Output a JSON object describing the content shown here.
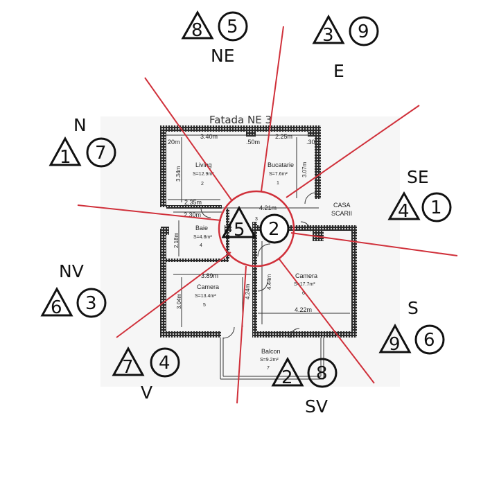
{
  "plan": {
    "facade_label": "Fatada NE 3",
    "stair_label_1": "CASA",
    "stair_label_2": "SCARII",
    "rooms": [
      {
        "key": "living",
        "name": "Living",
        "area": "S=12.9m²",
        "num": "2"
      },
      {
        "key": "bucatarie",
        "name": "Bucatarie",
        "area": "S=7.6m²",
        "num": "1"
      },
      {
        "key": "baie",
        "name": "Baie",
        "area": "S=4.8m²",
        "num": "4"
      },
      {
        "key": "camera-left",
        "name": "Camera",
        "area": "S=13.4m²",
        "num": "5"
      },
      {
        "key": "camera-right",
        "name": "Camera",
        "area": "S=17.7m²",
        "num": "6"
      },
      {
        "key": "balcon",
        "name": "Balcon",
        "area": "S=9.2m²",
        "num": "7"
      }
    ],
    "hall_num": "3",
    "dimensions": {
      "top_left": "3.40m",
      "top_right": "2.25m",
      "top_mid": ".50m",
      "top_corner_left": "20m",
      "top_corner_right": ".30",
      "living_height": "3.34m",
      "kitchen_height": "3.07m",
      "hall_width": "4.21m",
      "living_bottom": "2.35m",
      "baie_width": "2.30m",
      "baie_height": "2.18m",
      "camera_left_width": "3.89m",
      "camera_left_height": "3.04m",
      "corridor_height": "4.24m",
      "camera_right_height": "4.44m",
      "camera_right_width": "4.22m"
    }
  },
  "center": {
    "triangle_num": "5",
    "circle_num": "2"
  },
  "sectors": [
    {
      "key": "ne",
      "direction": "NE",
      "triangle_num": "8",
      "circle_num": "5"
    },
    {
      "key": "e",
      "direction": "E",
      "triangle_num": "3",
      "circle_num": "9"
    },
    {
      "key": "n",
      "direction": "N",
      "triangle_num": "1",
      "circle_num": "7"
    },
    {
      "key": "se",
      "direction": "SE",
      "triangle_num": "4",
      "circle_num": "1"
    },
    {
      "key": "nv",
      "direction": "NV",
      "triangle_num": "6",
      "circle_num": "3"
    },
    {
      "key": "s",
      "direction": "S",
      "triangle_num": "9",
      "circle_num": "6"
    },
    {
      "key": "v",
      "direction": "V",
      "triangle_num": "7",
      "circle_num": "4"
    },
    {
      "key": "sv",
      "direction": "SV",
      "triangle_num": "2",
      "circle_num": "8"
    }
  ],
  "colors": {
    "line_red": "#d0303a",
    "wall": "#2a2a2a",
    "plan_bg": "#f4f4f4"
  }
}
